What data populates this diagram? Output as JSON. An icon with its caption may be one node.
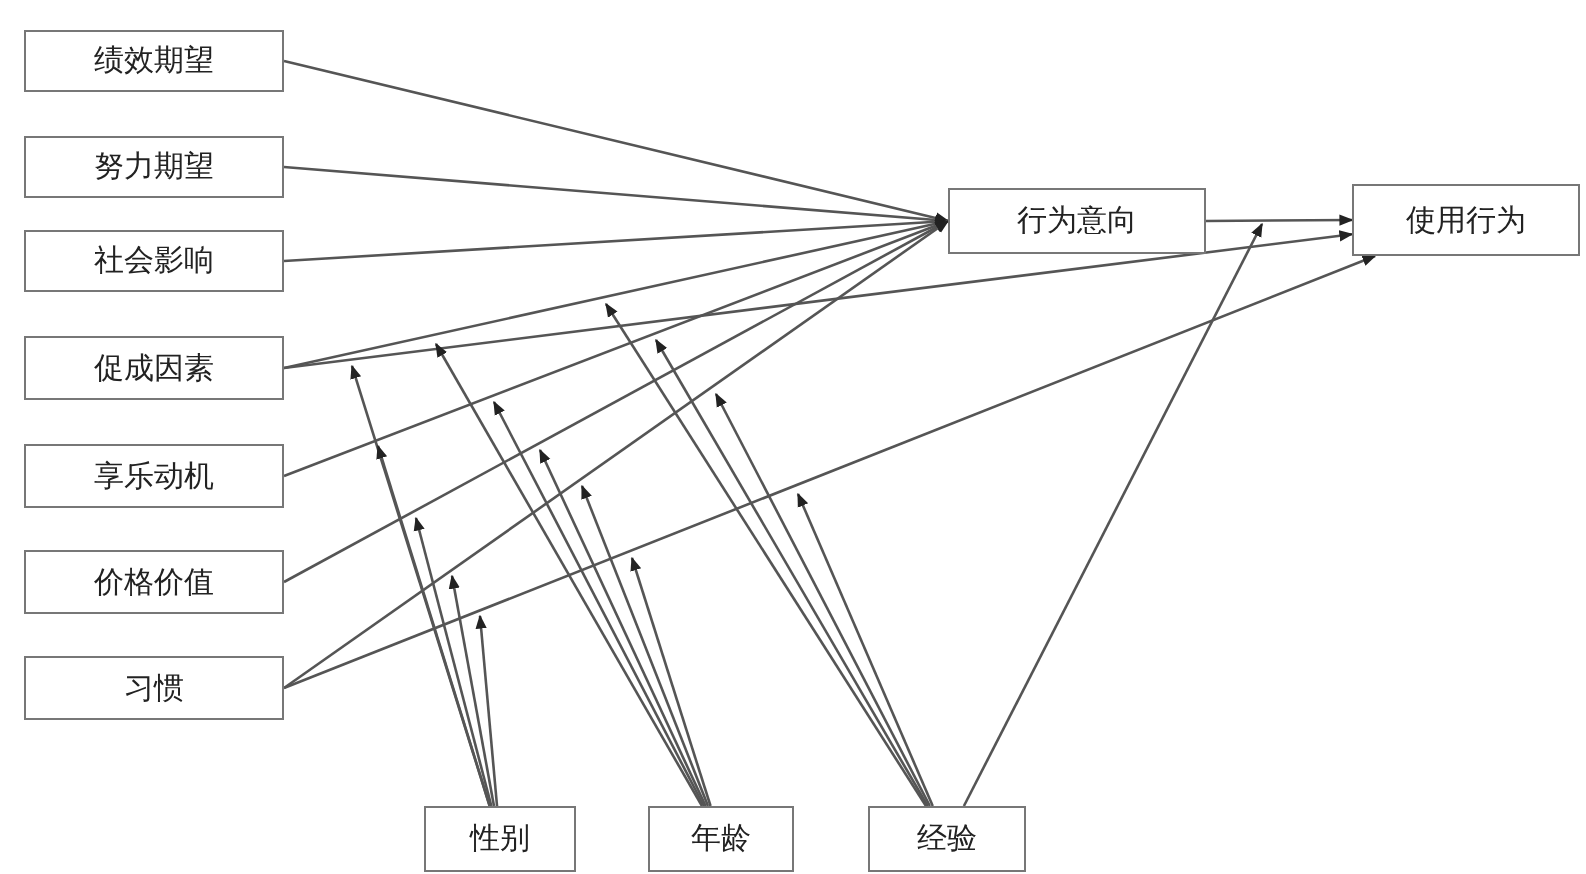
{
  "diagram": {
    "nodes": [
      {
        "text": [
          "绩效期望"
        ]
      },
      {
        "text": [
          "努力期望"
        ]
      },
      {
        "text": [
          "社会影响"
        ]
      },
      {
        "text": [
          "促成因素"
        ]
      },
      {
        "text": [
          "享乐动机"
        ]
      },
      {
        "text": [
          "价格价值"
        ]
      },
      {
        "text": [
          "习惯"
        ]
      },
      {
        "text": [
          "行为意向"
        ]
      },
      {
        "text": [
          "使用行为"
        ]
      },
      {
        "text": [
          "性别"
        ]
      },
      {
        "text": [
          "年龄"
        ]
      },
      {
        "text": [
          "经验"
        ]
      }
    ],
    "edges": [
      {
        "from": 0,
        "to": 7,
        "arrow": "to"
      },
      {
        "from": 1,
        "to": 7,
        "arrow": "to"
      },
      {
        "from": 2,
        "to": 7,
        "arrow": "to"
      },
      {
        "from": 3,
        "to": 7,
        "arrow": "to"
      },
      {
        "from": 4,
        "to": 7,
        "arrow": "to"
      },
      {
        "from": 5,
        "to": 7,
        "arrow": "to"
      },
      {
        "from": 6,
        "to": 7,
        "arrow": "to"
      },
      {
        "from": 7,
        "to": 8,
        "arrow": "to"
      },
      {
        "from": 3,
        "to": 8,
        "arrow": "to"
      },
      {
        "from": 6,
        "to": 8,
        "arrow": "to"
      },
      {
        "from": 9,
        "to": null,
        "arrow": "to"
      },
      {
        "from": 9,
        "to": null,
        "arrow": "to"
      },
      {
        "from": 9,
        "to": null,
        "arrow": "to"
      },
      {
        "from": 9,
        "to": null,
        "arrow": "to"
      },
      {
        "from": 9,
        "to": null,
        "arrow": "to"
      },
      {
        "from": 10,
        "to": null,
        "arrow": "to"
      },
      {
        "from": 10,
        "to": null,
        "arrow": "to"
      },
      {
        "from": 10,
        "to": null,
        "arrow": "to"
      },
      {
        "from": 10,
        "to": null,
        "arrow": "to"
      },
      {
        "from": 10,
        "to": null,
        "arrow": "to"
      },
      {
        "from": 11,
        "to": null,
        "arrow": "to"
      },
      {
        "from": 11,
        "to": null,
        "arrow": "to"
      },
      {
        "from": 11,
        "to": null,
        "arrow": "to"
      },
      {
        "from": 11,
        "to": null,
        "arrow": "to"
      },
      {
        "from": 11,
        "to": null,
        "arrow": "to"
      }
    ]
  }
}
